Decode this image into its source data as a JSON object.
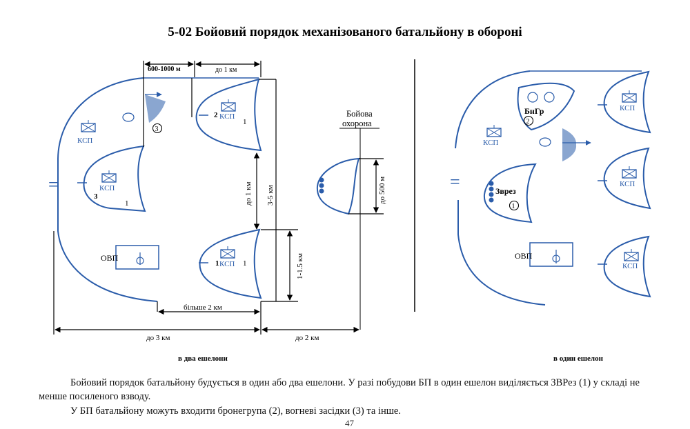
{
  "title": "5-02 Бойовий порядок механізованого батальйону в обороні",
  "left": {
    "caption": "в два ешелони",
    "dims": {
      "d600_1000": "600-1000 м",
      "do1km_top": "до 1 км",
      "do1km_vert": "до 1 км",
      "d3_5km": "3-5 км",
      "d1_1_5km": "1-1.5 км",
      "bilshe2km": "більше 2 км",
      "do3km": "до 3 км",
      "do2km": "до 2 км",
      "do500m": "до 500 м"
    },
    "guard_label_line1": "Бойова",
    "guard_label_line2": "охорона",
    "ksp": "КСП",
    "ovp": "ОВП",
    "num1": "1",
    "num2": "2",
    "num3": "3",
    "circ3": "3",
    "eq": "="
  },
  "right": {
    "caption": "в один ешелон",
    "ksp": "КСП",
    "ovp": "ОВП",
    "bngr": "БнГр",
    "circ2": "2",
    "zvrez": "Зврез",
    "circ1": "1",
    "eq": "="
  },
  "paragraph1": "Бойовий порядок батальйону будується в один або два ешелони. У разі побудови БП в один ешелон виділяється ЗВРез (1) у складі не менше посиленого взводу.",
  "paragraph2": "У БП батальйону можуть входити бронегрупа (2), вогневі засідки (3) та інше.",
  "page_number": "47",
  "colors": {
    "blue": "#2a5caa",
    "black": "#000000"
  },
  "icons": [
    "command-post-icon",
    "tank-icon",
    "direction-arrow-icon",
    "soldier-icon"
  ]
}
